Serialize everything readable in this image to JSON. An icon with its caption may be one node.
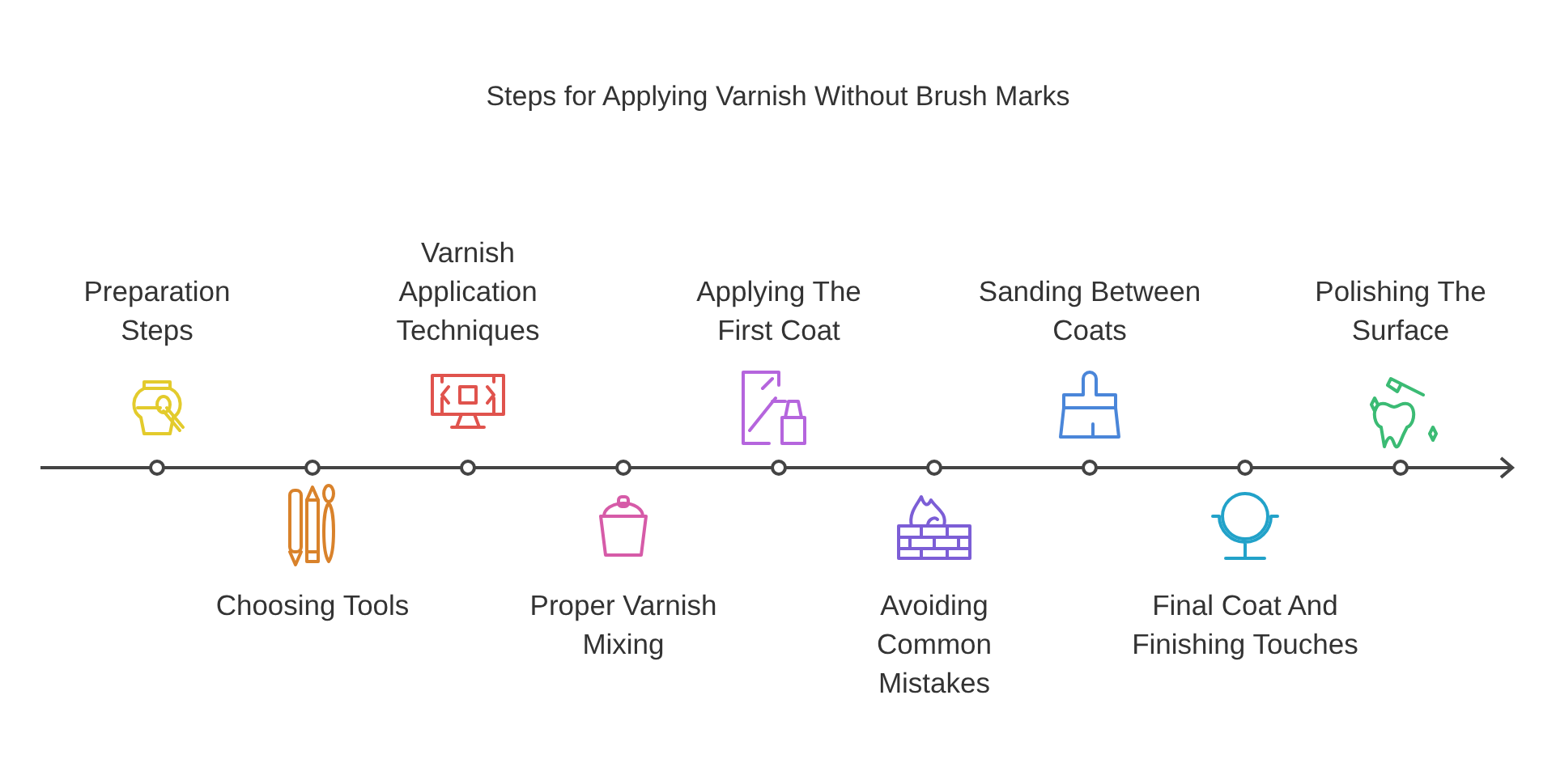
{
  "diagram": {
    "title": "Steps for Applying Varnish Without Brush Marks",
    "nodes": [
      {
        "text": [
          "Preparation Steps"
        ]
      },
      {
        "text": [
          "Choosing Tools"
        ]
      },
      {
        "text": [
          "Varnish Application Techniques"
        ]
      },
      {
        "text": [
          "Proper Varnish Mixing"
        ]
      },
      {
        "text": [
          "Applying The First Coat"
        ]
      },
      {
        "text": [
          "Avoiding Common Mistakes"
        ]
      },
      {
        "text": [
          "Sanding Between Coats"
        ]
      },
      {
        "text": [
          "Final Coat And Finishing Touches"
        ]
      },
      {
        "text": [
          "Polishing The Surface"
        ]
      }
    ]
  }
}
